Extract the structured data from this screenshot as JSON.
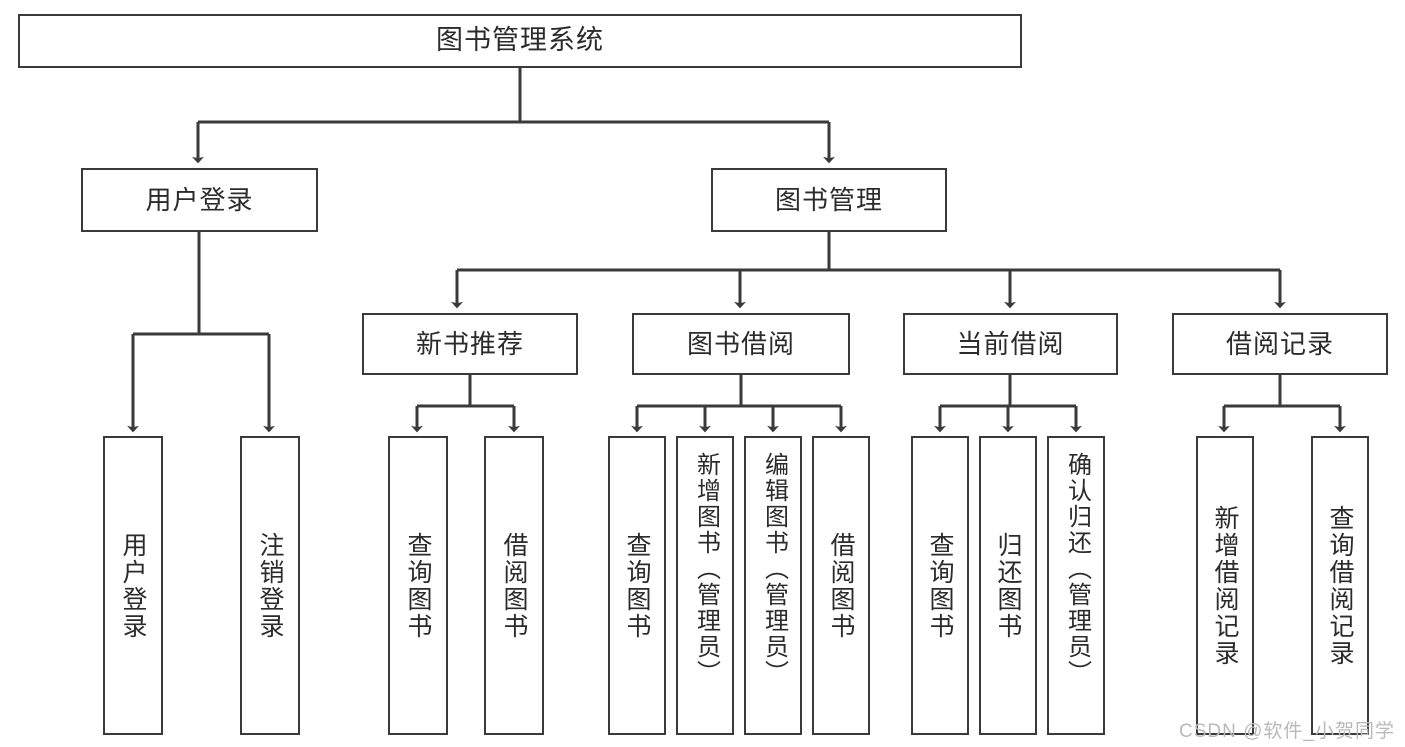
{
  "diagram": {
    "title": "图书管理系统",
    "type": "tree",
    "watermark": "CSDN @软件_小贺同学",
    "colors": {
      "stroke": "#3a3a3a",
      "fill": "#ffffff",
      "text": "#2b2b2b",
      "watermark": "#b9b9b9"
    },
    "nodes": {
      "root": {
        "label": "图书管理系统"
      },
      "tier2": [
        {
          "label": "用户登录"
        },
        {
          "label": "图书管理"
        }
      ],
      "tier3": [
        {
          "label": "新书推荐"
        },
        {
          "label": "图书借阅"
        },
        {
          "label": "当前借阅"
        },
        {
          "label": "借阅记录"
        }
      ],
      "leaves": {
        "user_login": [
          {
            "label": "用户登录"
          },
          {
            "label": "注销登录"
          }
        ],
        "new_book": [
          {
            "label": "查询图书"
          },
          {
            "label": "借阅图书"
          }
        ],
        "book_borrow": [
          {
            "label": "查询图书"
          },
          {
            "label": "新增图书（管理员）"
          },
          {
            "label": "编辑图书（管理员）"
          },
          {
            "label": "借阅图书"
          }
        ],
        "current_borrow": [
          {
            "label": "查询图书"
          },
          {
            "label": "归还图书"
          },
          {
            "label": "确认归还（管理员）"
          }
        ],
        "borrow_record": [
          {
            "label": "新增借阅记录"
          },
          {
            "label": "查询借阅记录"
          }
        ]
      }
    }
  }
}
